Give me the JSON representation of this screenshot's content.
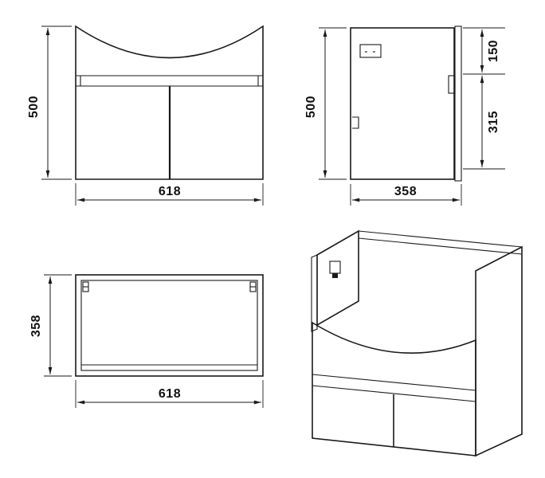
{
  "style": {
    "line_color": "#1a1a1a",
    "background": "#ffffff"
  },
  "views": {
    "front": {
      "height": "500",
      "width": "618"
    },
    "side": {
      "height": "500",
      "upper_right": "150",
      "lower_right": "315",
      "depth": "358"
    },
    "top": {
      "depth": "358",
      "width": "618"
    }
  }
}
